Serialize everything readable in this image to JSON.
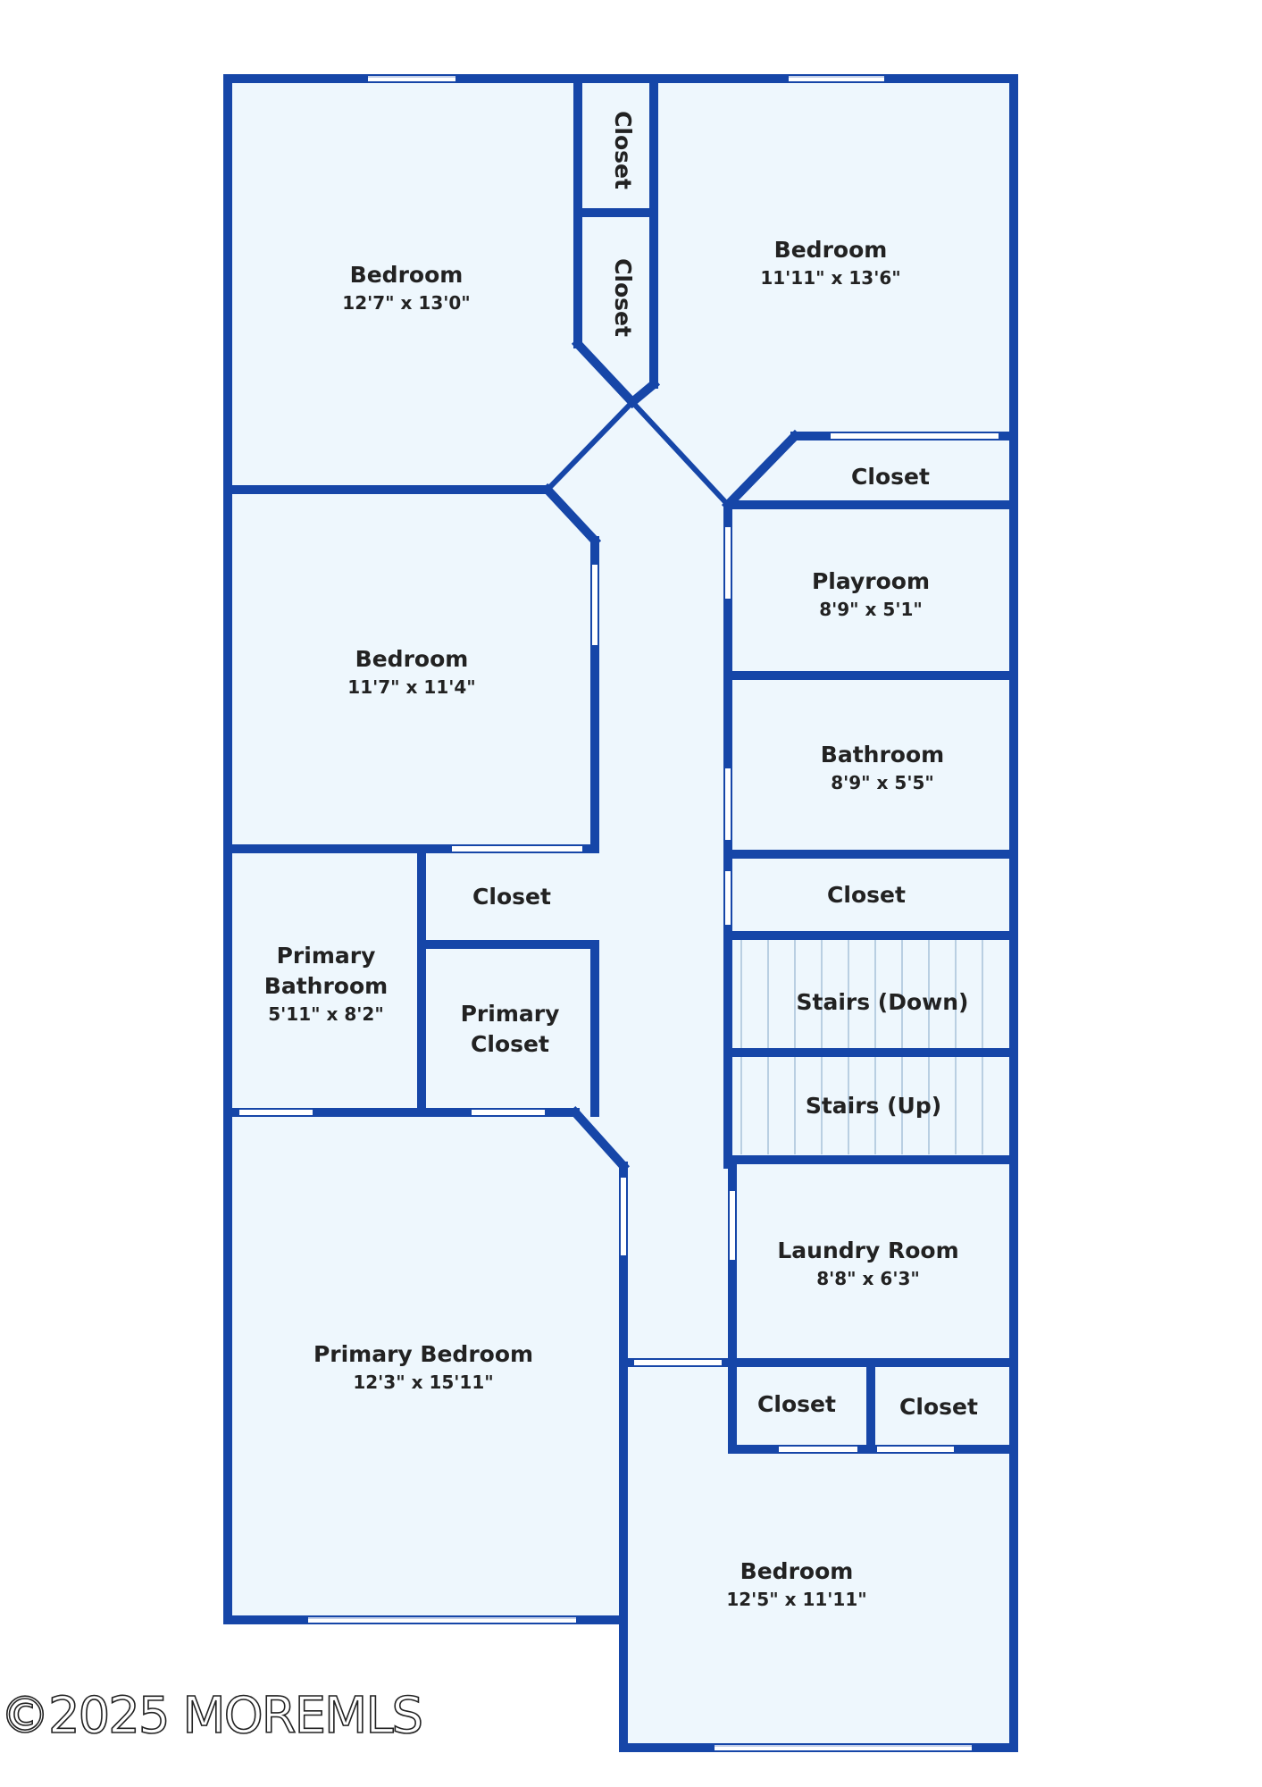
{
  "colors": {
    "wall": "#1646a8",
    "floor": "#eef7fd",
    "window": "#ffffff",
    "stair_line": "#b9cfe2"
  },
  "rooms": {
    "bedroom_nw": {
      "name": "Bedroom",
      "dims": "12'7\" x 13'0\""
    },
    "closet_upper": {
      "name": "Closet"
    },
    "closet_lower": {
      "name": "Closet"
    },
    "bedroom_ne": {
      "name": "Bedroom",
      "dims": "11'11\" x 13'6\""
    },
    "closet_ne": {
      "name": "Closet"
    },
    "bedroom_w": {
      "name": "Bedroom",
      "dims": "11'7\" x 11'4\""
    },
    "playroom": {
      "name": "Playroom",
      "dims": "8'9\" x 5'1\""
    },
    "bathroom": {
      "name": "Bathroom",
      "dims": "8'9\" x 5'5\""
    },
    "closet_w": {
      "name": "Closet"
    },
    "closet_e": {
      "name": "Closet"
    },
    "primary_bathroom": {
      "name1": "Primary",
      "name2": "Bathroom",
      "dims": "5'11\" x 8'2\""
    },
    "primary_closet": {
      "name1": "Primary",
      "name2": "Closet"
    },
    "stairs_down": {
      "name": "Stairs (Down)"
    },
    "stairs_up": {
      "name": "Stairs (Up)"
    },
    "laundry": {
      "name": "Laundry Room",
      "dims": "8'8\" x 6'3\""
    },
    "primary_bedroom": {
      "name": "Primary Bedroom",
      "dims": "12'3\" x 15'11\""
    },
    "closet_se_left": {
      "name": "Closet"
    },
    "closet_se_right": {
      "name": "Closet"
    },
    "bedroom_se": {
      "name": "Bedroom",
      "dims": "12'5\" x 11'11\""
    }
  },
  "watermark": "©2025 MOREMLS"
}
